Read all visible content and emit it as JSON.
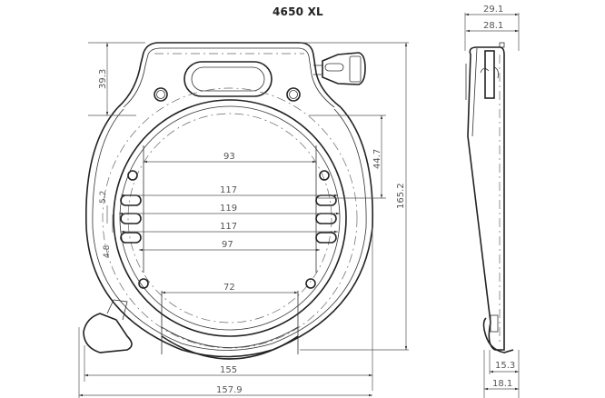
{
  "title": "4650 XL",
  "front_view": {
    "dimensions": {
      "top_height": "39.3",
      "upper_ring": "44.7",
      "total_height": "165.2",
      "inner_top_width": "93",
      "slot_row_1": "117",
      "slot_row_2": "119",
      "slot_row_3": "117",
      "inner_lower_width": "97",
      "slot_spacing_a": "5.2",
      "slot_spacing_b": "4.8",
      "opening_width": "72",
      "outer_width": "155",
      "overall_width": "157.9"
    }
  },
  "side_view": {
    "dimensions": {
      "top_outer": "29.1",
      "top_inner": "28.1",
      "bottom_inner": "15.3",
      "bottom_outer": "18.1"
    }
  },
  "colors": {
    "line": "#222222",
    "dimension": "#555555",
    "background": "#ffffff"
  }
}
